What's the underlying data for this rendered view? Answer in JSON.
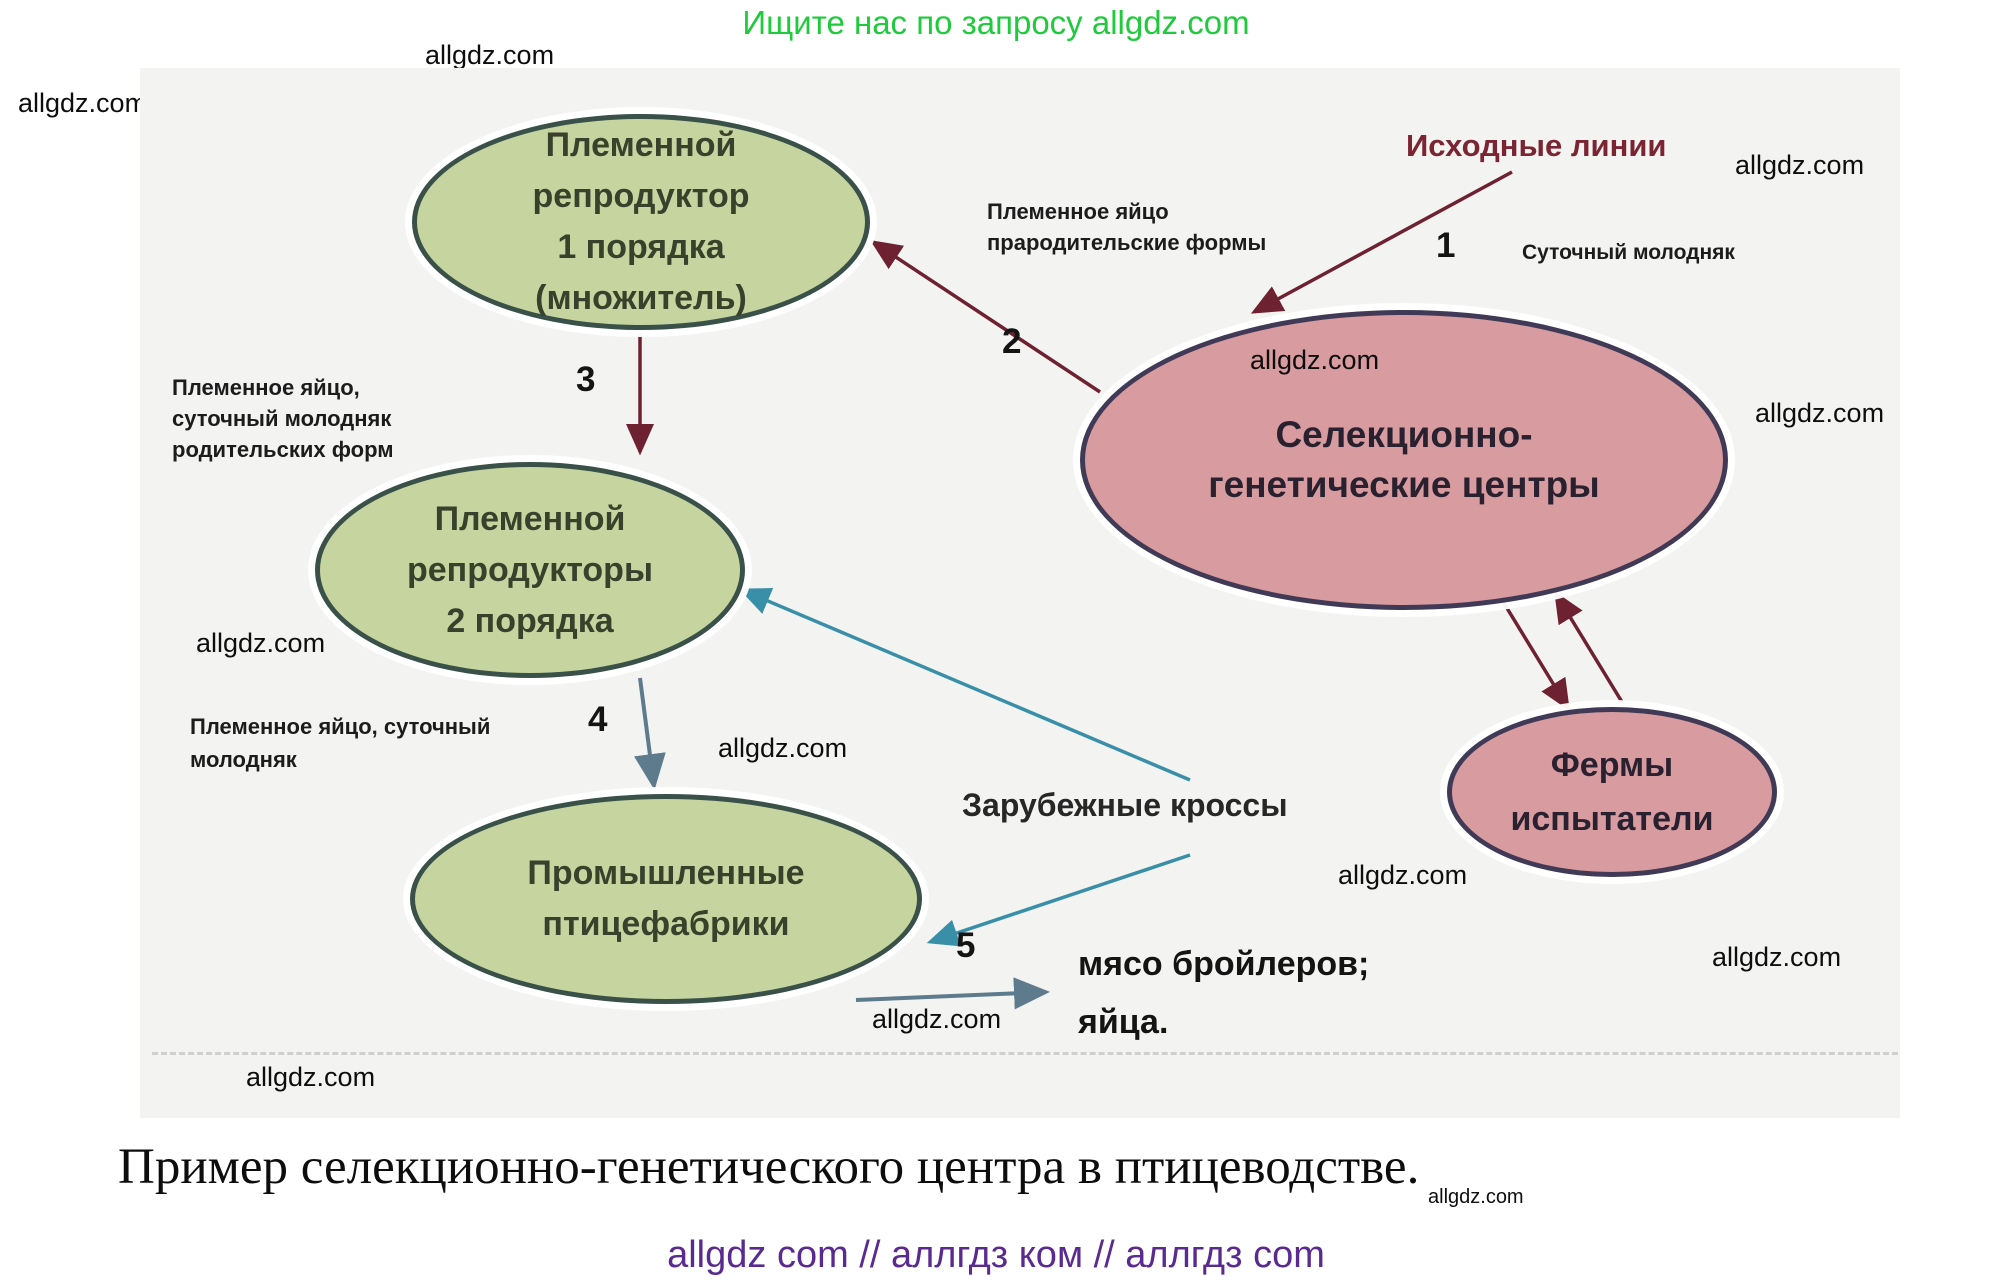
{
  "page": {
    "title": "Ищите нас по запросу allgdz.com",
    "caption": "Пример селекционно-генетического центра в птицеводстве.",
    "footer": "allgdz com  //  аллгдз ком  //  аллгдз com"
  },
  "watermark": {
    "text": "allgdz.com"
  },
  "diagram": {
    "nodes": {
      "rep1": {
        "lines": [
          "Племенной",
          "репродуктор",
          "1 порядка",
          "(множитель)"
        ]
      },
      "sgc": {
        "lines": [
          "Селекционно-",
          "генетические центры"
        ]
      },
      "rep2": {
        "lines": [
          "Племенной",
          "репродукторы",
          "2 порядка"
        ]
      },
      "factory": {
        "lines": [
          "Промышленные",
          "птицефабрики"
        ]
      },
      "farms": {
        "lines": [
          "Фермы",
          "испытатели"
        ]
      }
    },
    "labels": {
      "source_lines": "Исходные линии",
      "day_old_young": "Суточный молодняк",
      "egg_grandparent": [
        "Племенное яйцо",
        "прародительские формы"
      ],
      "egg_parent": [
        "Племенное яйцо,",
        "суточный молодняк",
        "родительских форм"
      ],
      "egg_day_old": [
        "Племенное яйцо, суточный",
        "молодняк"
      ],
      "foreign_crosses": "Зарубежные кроссы",
      "products": [
        "мясо бройлеров;",
        "яйца."
      ]
    },
    "numbers": [
      "1",
      "2",
      "3",
      "4",
      "5"
    ]
  },
  "colors": {
    "accent_green": "#1fca3c",
    "heading_maroon": "#7b2533",
    "arrow_dark_red": "#6e2130",
    "arrow_teal": "#3a8fa8",
    "arrow_slate": "#5d7b8c",
    "node_green_fill": "#c6d5a0",
    "node_green_border": "#3a5149",
    "node_pink_fill": "#d89b9f",
    "node_pink_border": "#403a56",
    "footer_purple": "#5b2a90"
  }
}
